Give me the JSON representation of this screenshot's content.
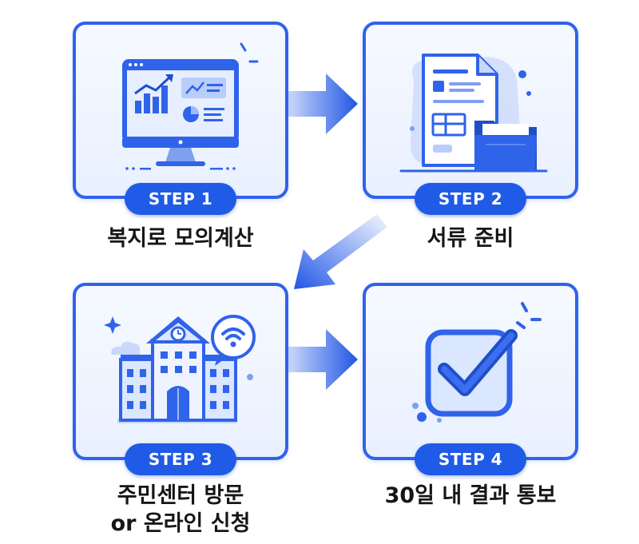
{
  "steps": [
    {
      "badge": "STEP 1",
      "caption": "복지로 모의계산",
      "icon": "computer-monitor-chart-icon"
    },
    {
      "badge": "STEP 2",
      "caption": "서류 준비",
      "icon": "documents-folder-icon"
    },
    {
      "badge": "STEP 3",
      "caption_line1": "주민센터 방문",
      "caption_line2": "or 온라인 신청",
      "icon": "community-center-building-icon"
    },
    {
      "badge": "STEP 4",
      "caption": "30일 내 결과 통보",
      "icon": "checkbox-checkmark-icon"
    }
  ],
  "flow": [
    {
      "from": "STEP 1",
      "to": "STEP 2"
    },
    {
      "from": "STEP 2",
      "to": "STEP 3"
    },
    {
      "from": "STEP 3",
      "to": "STEP 4"
    }
  ],
  "colors": {
    "accent": "#1f5be6",
    "border": "#2f63ea",
    "caption_text": "#161616",
    "card_fill": "#eef3ff"
  }
}
